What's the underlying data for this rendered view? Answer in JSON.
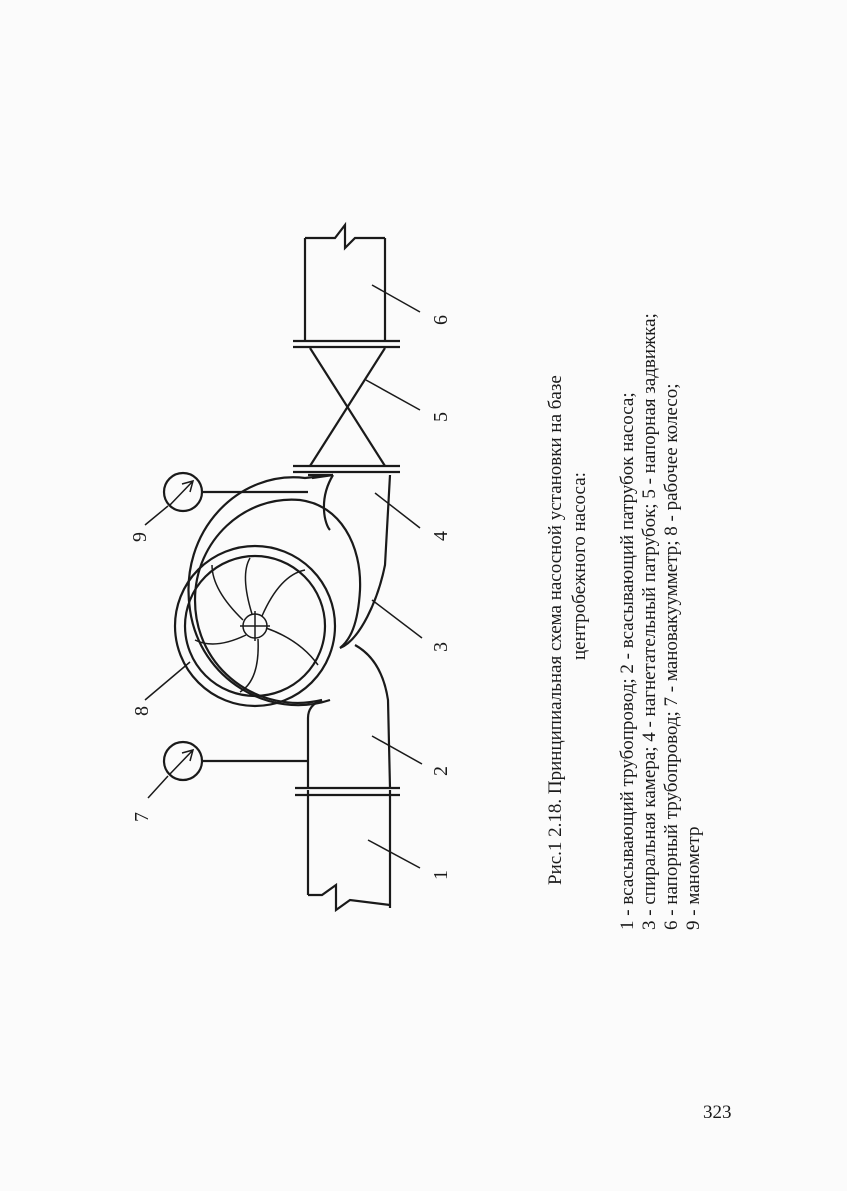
{
  "figure": {
    "part_labels": [
      "1",
      "2",
      "3",
      "4",
      "5",
      "6",
      "7",
      "8",
      "9"
    ]
  },
  "caption": {
    "title_line1": "Рис.1 2.18. Принципиальная схема насосной установки на базе",
    "title_line2": "центробежного насоса:"
  },
  "legend_lines": [
    "1  -  всасывающий    трубопровод;  2  -  всасывающий   патрубок   насоса;",
    "3 - спиральная камера; 4 - нагнетательный патрубок; 5 - напорная задвижка;",
    "6  -  напорный  трубопровод;  7  -  мановакуумметр;  8  -  рабочее   колесо;",
    "9 - манометр"
  ],
  "page_number": "323"
}
